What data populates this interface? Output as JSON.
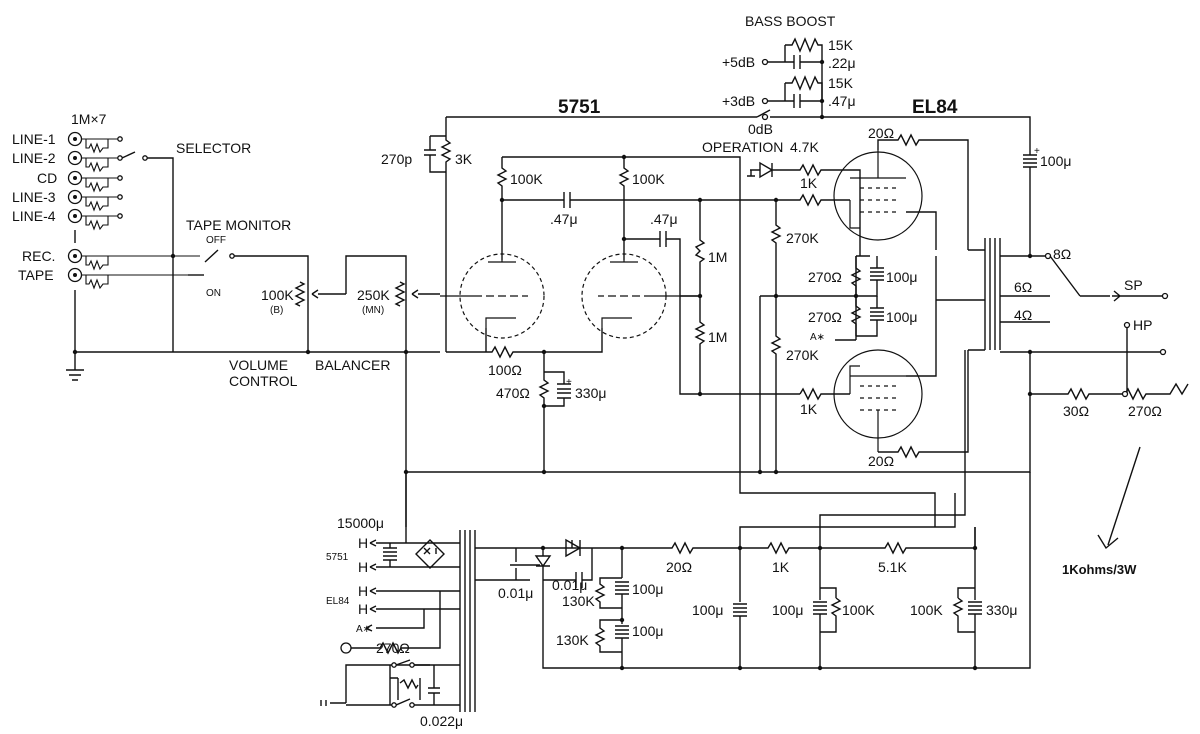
{
  "labels": {
    "bass_boost": "BASS BOOST",
    "bb_r1": "15K",
    "bb_c1": ".22μ",
    "bb_r2": "15K",
    "bb_c2": ".47μ",
    "plus5db": "+5dB",
    "plus3db": "+3dB",
    "zerodb": "0dB",
    "tube_5751": "5751",
    "tube_el84": "EL84",
    "operation": "OPERATION",
    "r_1m7": "1M×7",
    "line1": "LINE-1",
    "line2": "LINE-2",
    "cd": "CD",
    "line3": "LINE-3",
    "line4": "LINE-4",
    "rec": "REC.",
    "tape": "TAPE",
    "selector": "SELECTOR",
    "tape_monitor": "TAPE MONITOR",
    "off": "OFF",
    "on": "ON",
    "vol_val": "100K",
    "vol_b": "(B)",
    "bal_val": "250K",
    "bal_mn": "(MN)",
    "volume_control_1": "VOLUME",
    "volume_control_2": "CONTROL",
    "balancer": "BALANCER",
    "c270p": "270p",
    "r3k": "3K",
    "r100k_a": "100K",
    "r100k_b": "100K",
    "c47_a": ".47μ",
    "c47_b": ".47μ",
    "r1m_a": "1M",
    "r1m_b": "1M",
    "r100ohm": "100Ω",
    "r470ohm": "470Ω",
    "c330u": "330μ",
    "r4_7k": "4.7K",
    "r1k_a": "1K",
    "r270k_a": "270K",
    "r270ohm_a": "270Ω",
    "c100u_a": "100μ",
    "r270ohm_b": "270Ω",
    "c100u_b": "100μ",
    "a_star": "A∗",
    "r270k_b": "270K",
    "r1k_b": "1K",
    "r20ohm_a": "20Ω",
    "r20ohm_b": "20Ω",
    "c100u_top": "100μ",
    "tap8": "8Ω",
    "tap6": "6Ω",
    "tap4": "4Ω",
    "sp": "SP",
    "hp": "HP",
    "r30ohm": "30Ω",
    "r270ohm_hp": "270Ω",
    "note_1k3w": "1Kohms/3W",
    "c15000u": "15000μ",
    "h_top": "H",
    "h_top2": "H",
    "label_5751": "5751",
    "h_el84": "H",
    "h_el84_2": "H",
    "label_el84": "EL84",
    "a_star_ps": "A∗",
    "r270ohm_ps": "270Ω",
    "c001_a": "0.01μ",
    "c001_b": "0.01μ",
    "r130k_a": "130K",
    "c100u_ps1": "100μ",
    "r130k_b": "130K",
    "c100u_ps2": "100μ",
    "r20ohm_ps": "20Ω",
    "r1k_ps": "1K",
    "r5_1k": "5.1K",
    "c100u_ps3": "100μ",
    "c100u_ps4": "100μ",
    "r100k_ps": "100K",
    "r100k_ps2": "100K",
    "c330u_ps": "330μ",
    "c0022u": "0.022μ"
  }
}
